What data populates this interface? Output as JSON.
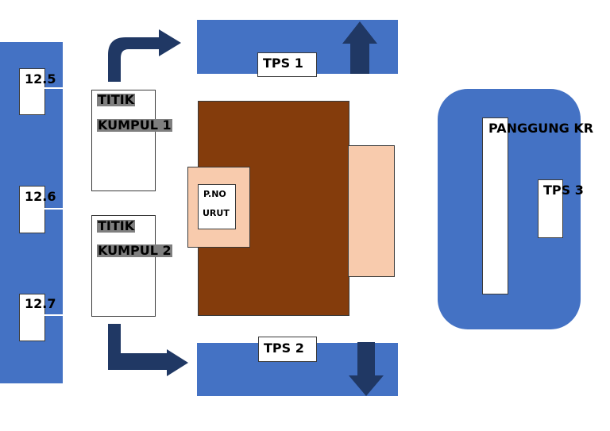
{
  "rooms": [
    {
      "label": "12.5"
    },
    {
      "label": "12.6"
    },
    {
      "label": "12.7"
    }
  ],
  "titik_kumpul_1": {
    "line1": "TITIK",
    "line2": "KUMPUL 1"
  },
  "titik_kumpul_2": {
    "line1": "TITIK",
    "line2": "KUMPUL 2"
  },
  "tps1": {
    "label": "TPS 1"
  },
  "tps2": {
    "label": "TPS 2"
  },
  "tps3": {
    "label": "TPS 3"
  },
  "p_no_urut": {
    "line1": "P.NO",
    "line2": "URUT"
  },
  "panggung": {
    "label": "PANGGUNG KR"
  },
  "colors": {
    "building_blue": "#4472c4",
    "arrow_navy": "#203864",
    "hall_brown": "#843c0c",
    "peach": "#f8cbad"
  }
}
